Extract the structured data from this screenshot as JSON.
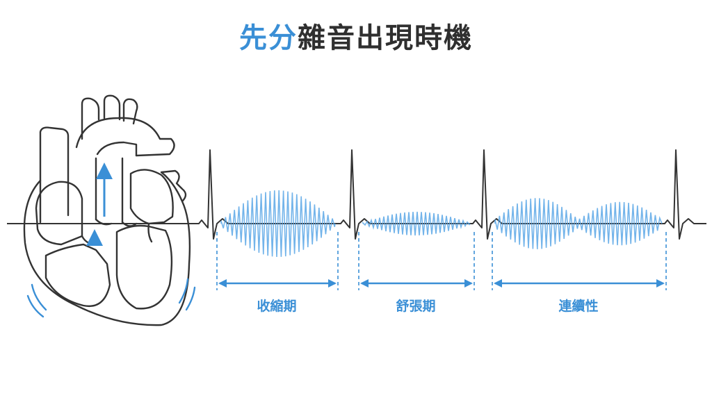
{
  "title": {
    "highlight": "先分",
    "rest": "雜音出現時機"
  },
  "phases": [
    {
      "label": "收縮期"
    },
    {
      "label": "舒張期"
    },
    {
      "label": "連續性"
    }
  ],
  "colors": {
    "accent": "#3a8fd6",
    "line": "#333333",
    "wave": "#5aa7e6"
  }
}
